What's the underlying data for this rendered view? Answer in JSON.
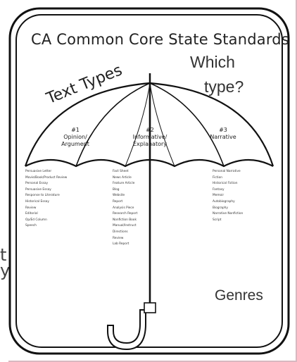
{
  "poster": {
    "title": "CA Common Core State Standards",
    "question_line1": "Which",
    "question_line2": "type?",
    "umbrella_heading": "Text Types",
    "footer": "Genres"
  },
  "text_types": [
    {
      "number": "#1",
      "name": "Opinion/ Argument",
      "genres": [
        "Persuasive Letter",
        "Movie/Book/Product Review",
        "Personal Essay",
        "Persuasive Essay",
        "Response to Literature",
        "Historical Essay",
        "Review",
        "Editorial",
        "Op/Ed Column",
        "Speech"
      ]
    },
    {
      "number": "#2",
      "name": "Informative/ Explanatory",
      "genres": [
        "Fact Sheet",
        "News Article",
        "Feature Article",
        "Blog",
        "Website",
        "Report",
        "Analysis Piece",
        "Research Report",
        "Nonfiction Book",
        "Manual/Instruct",
        "Directions",
        "Review",
        "Lab Report"
      ]
    },
    {
      "number": "#3",
      "name": "Narrative",
      "genres": [
        "Personal Narrative",
        "Fiction",
        "Historical Fiction",
        "Fantasy",
        "Memoir",
        "Autobiography",
        "Biography",
        "Narrative Nonfiction",
        "Script"
      ]
    }
  ],
  "edge_fragments": [
    "t",
    "y"
  ]
}
